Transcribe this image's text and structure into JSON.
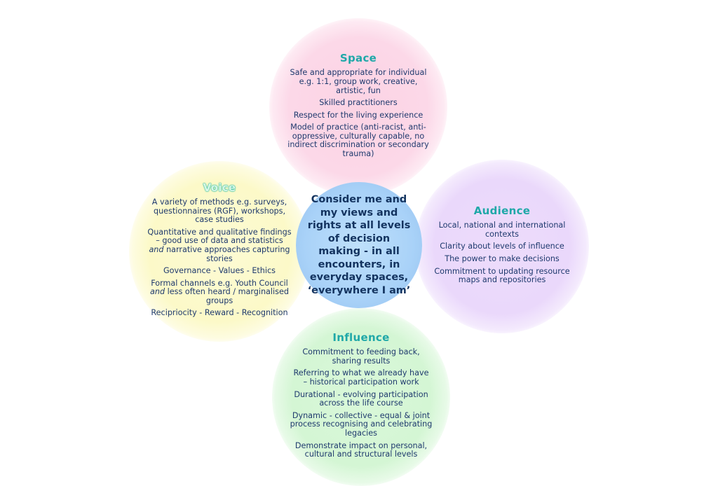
{
  "space": {
    "title": "Space",
    "items": [
      "Safe and appropriate for individual e.g. 1:1, group work, creative, artistic, fun",
      "Skilled practitioners",
      "Respect for the living experience",
      "Model of practice (anti-racist, anti-oppressive, culturally capable, no indirect discrimination or secondary trauma)"
    ]
  },
  "voice": {
    "title": "Voice",
    "items": [
      "A variety of methods e.g. surveys, questionnaires (RGF), workshops, case studies",
      "Quantitative and qualitative findings – good use of data and statistics and narrative approaches capturing stories",
      "Governance - Values - Ethics",
      "Formal channels e.g. Youth Council and less often heard / marginalised groups",
      "Recipriocity - Reward - Recognition"
    ]
  },
  "audience": {
    "title": "Audience",
    "items": [
      "Local, national and international contexts",
      "Clarity about levels of influence",
      "The power to make decisions",
      "Commitment to updating resource maps and repositories"
    ]
  },
  "influence": {
    "title": "Influence",
    "items": [
      "Commitment to feeding back, sharing results",
      "Referring to what we already have – historical participation work",
      "Durational - evolving participation across the life course",
      "Dynamic - collective - equal & joint process recognising and celebrating legacies",
      "Demonstrate impact on personal, cultural and structural levels"
    ]
  },
  "center": {
    "text": "Consider me and my views and rights at all levels of decision making - in all encounters, in everyday spaces, ‘everywhere I am’"
  },
  "colors": {
    "space_fill": "#fcd8e8",
    "voice_fill": "#fcf9c8",
    "audience_fill": "#ead8fb",
    "influence_fill": "#d4f6d4",
    "center_fill": "#a9d2f8",
    "title_color": "#1fa8a8",
    "text_color": "#1f3a6e"
  }
}
